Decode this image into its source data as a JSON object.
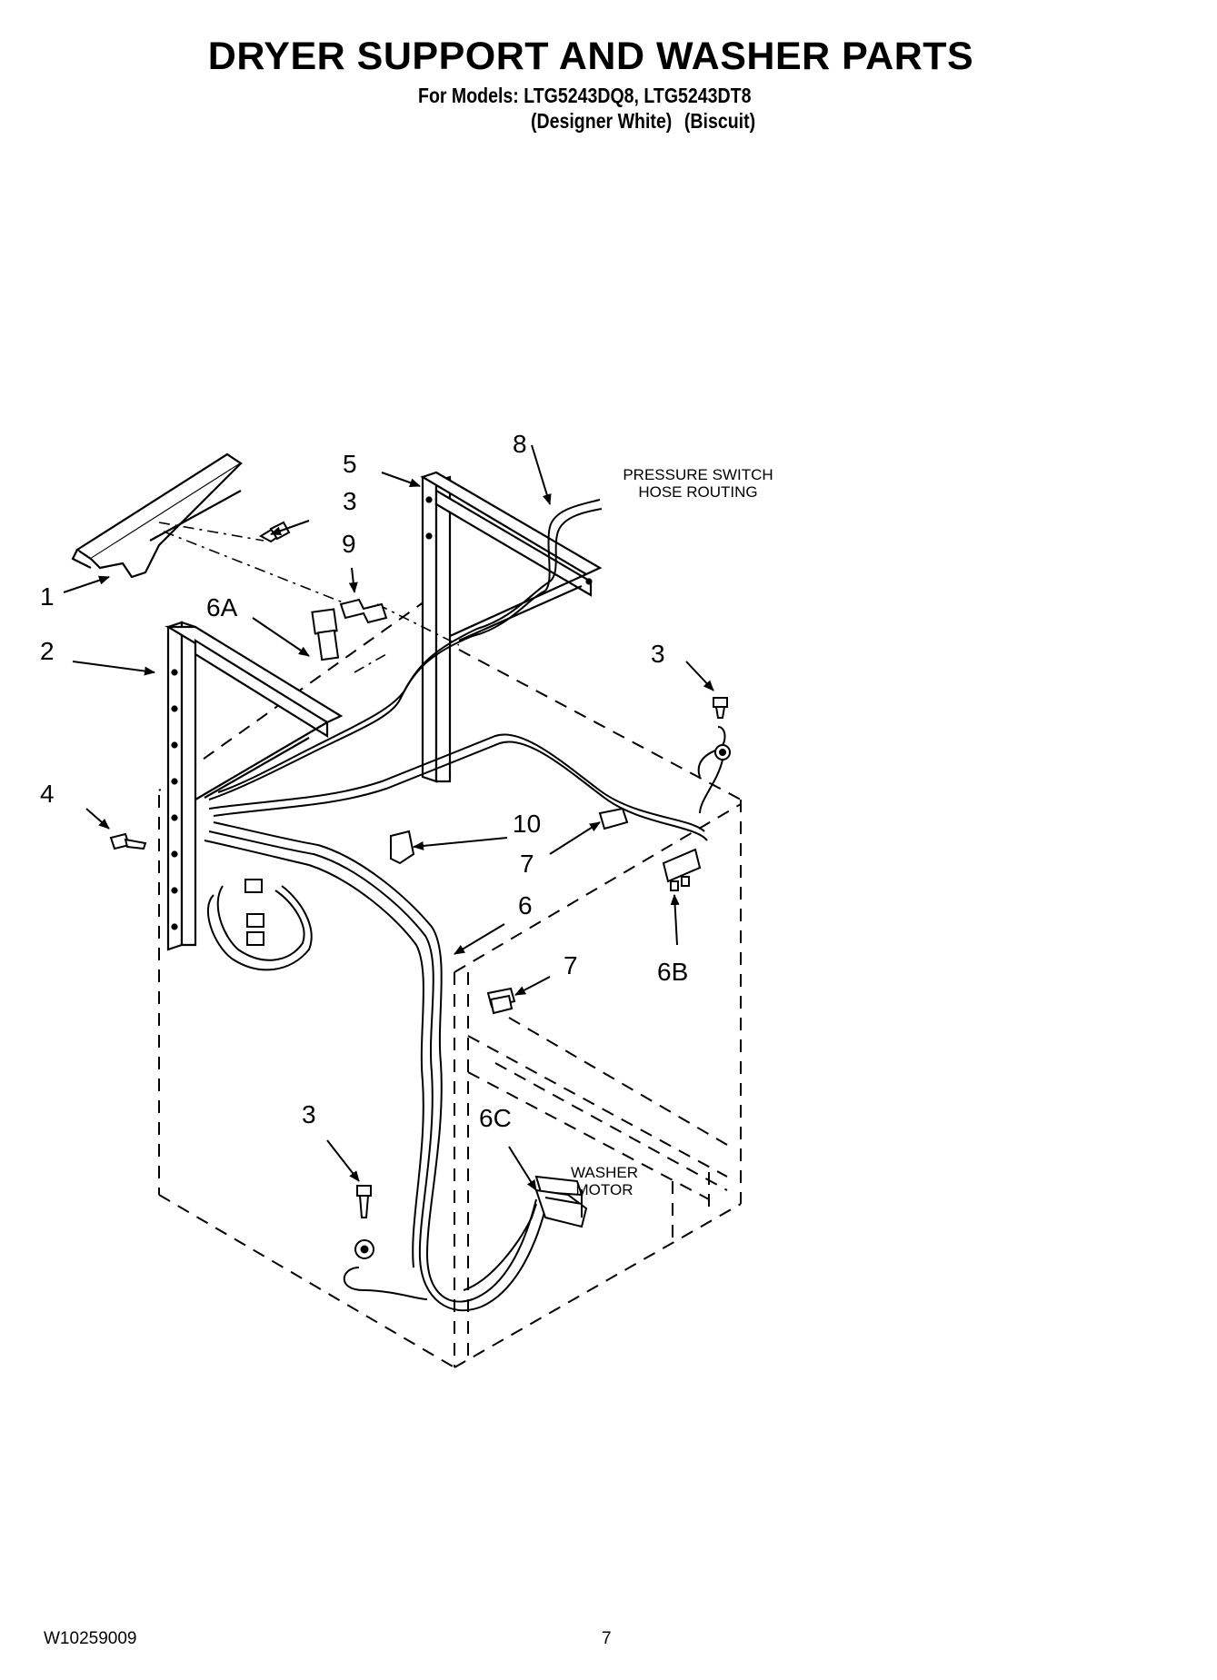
{
  "header": {
    "title": "DRYER SUPPORT AND WASHER PARTS",
    "models": "For Models: LTG5243DQ8, LTG5243DT8",
    "variant_1": "(Designer White)",
    "variant_2": "(Biscuit)"
  },
  "callouts": {
    "c1": "1",
    "c2": "2",
    "c3_top": "3",
    "c3_right": "3",
    "c3_bottom": "3",
    "c4": "4",
    "c5": "5",
    "c6": "6",
    "c6a": "6A",
    "c6b": "6B",
    "c6c": "6C",
    "c7_a": "7",
    "c7_b": "7",
    "c8": "8",
    "c9": "9",
    "c10": "10"
  },
  "notes": {
    "pressure_line1": "PRESSURE SWITCH",
    "pressure_line2": "HOSE ROUTING",
    "motor_line1": "WASHER",
    "motor_line2": "MOTOR"
  },
  "footer": {
    "doc_number": "W10259009",
    "page": "7"
  }
}
